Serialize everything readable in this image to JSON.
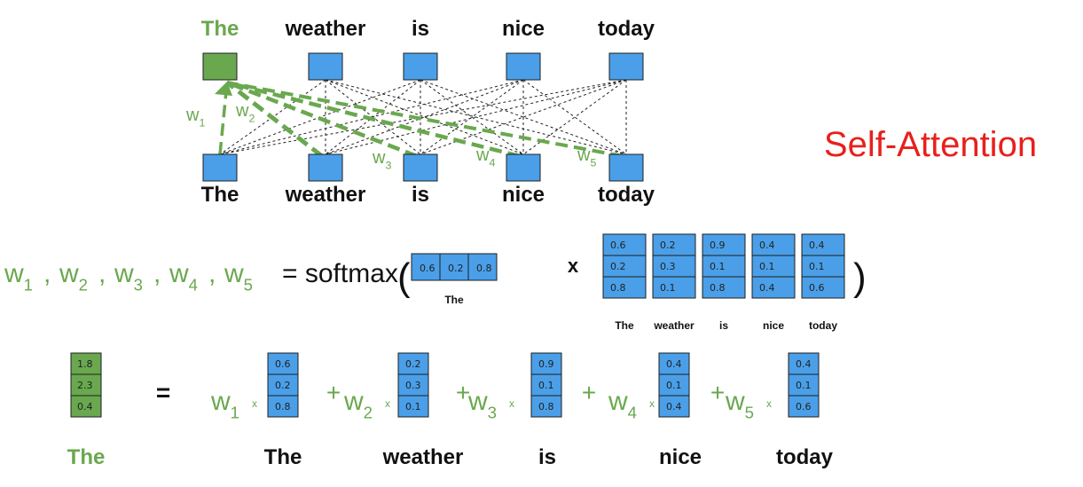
{
  "title": "Self-Attention",
  "colors": {
    "green": "#6aa84f",
    "dark_green_box": "#6aa84f",
    "blue_box": "#4a9fe8",
    "box_border": "#1f1f1f",
    "title_red": "#e8201c",
    "text": "#111111"
  },
  "tokens": [
    "The",
    "weather",
    "is",
    "nice",
    "today"
  ],
  "weight_labels": [
    {
      "base": "w",
      "sub": "1"
    },
    {
      "base": "w",
      "sub": "2"
    },
    {
      "base": "w",
      "sub": "3"
    },
    {
      "base": "w",
      "sub": "4"
    },
    {
      "base": "w",
      "sub": "5"
    }
  ],
  "equation": {
    "equals_softmax": "= softmax",
    "open_paren": "(",
    "close_paren": ")",
    "times": "x",
    "query_vector": [
      "0.6",
      "0.2",
      "0.8"
    ],
    "query_label": "The",
    "key_matrix": [
      [
        "0.6",
        "0.2",
        "0.9",
        "0.4",
        "0.4"
      ],
      [
        "0.2",
        "0.3",
        "0.1",
        "0.1",
        "0.1"
      ],
      [
        "0.8",
        "0.1",
        "0.8",
        "0.4",
        "0.6"
      ]
    ],
    "key_labels": [
      "The",
      "weather",
      "is",
      "nice",
      "today"
    ],
    "comma": ","
  },
  "sum": {
    "result_vector": [
      "1.8",
      "2.3",
      "0.4"
    ],
    "result_label": "The",
    "equals": "=",
    "plus": "+",
    "times": "x",
    "value_vectors": [
      [
        "0.6",
        "0.2",
        "0.8"
      ],
      [
        "0.2",
        "0.3",
        "0.1"
      ],
      [
        "0.9",
        "0.1",
        "0.8"
      ],
      [
        "0.4",
        "0.1",
        "0.4"
      ],
      [
        "0.4",
        "0.1",
        "0.6"
      ]
    ]
  }
}
